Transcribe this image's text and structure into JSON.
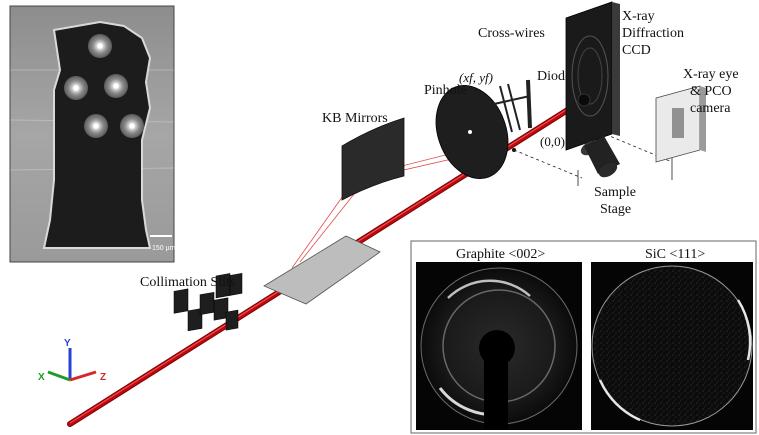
{
  "labels": {
    "xray_ccd_1": "X-ray",
    "xray_ccd_2": "Diffraction",
    "xray_ccd_3": "CCD",
    "cross_wires": "Cross-wires",
    "pinhole": "Pinhole",
    "diode": "Diode",
    "xf_yf": "(xf, yf)",
    "origin": "(0,0)",
    "kb_mirrors": "KB Mirrors",
    "xray_eye_1": "X-ray eye",
    "xray_eye_2": "& PCO",
    "xray_eye_3": "camera",
    "sample_stage_1": "Sample",
    "sample_stage_2": "Stage",
    "collimation_slits": "Collimation Slits"
  },
  "micrograph": {
    "scale_bar": "150 µm"
  },
  "inset": {
    "panel1_title": "Graphite <002>",
    "panel2_title": "SiC <111>"
  },
  "axes": {
    "x": "X",
    "y": "Y",
    "z": "Z"
  },
  "colors": {
    "beam": "#b0060a",
    "beam_highlight": "#e23a3a",
    "axis_x": "#1e9a2a",
    "axis_y": "#2a3fd6",
    "axis_z": "#d22a2a",
    "reflected_beam": "#e24a4a"
  }
}
